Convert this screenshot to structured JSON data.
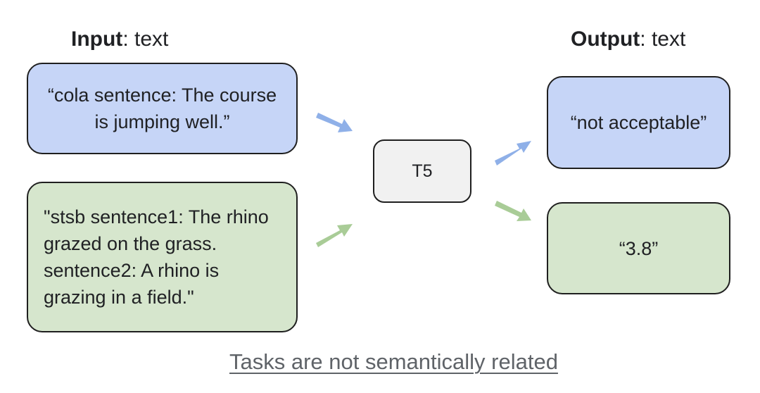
{
  "headings": {
    "input_label": "Input",
    "input_type": ": text",
    "output_label": "Output",
    "output_type": ": text"
  },
  "inputs": [
    {
      "text": "“cola sentence: The course is jumping well.”"
    },
    {
      "text": "\"stsb sentence1: The rhino grazed on the grass. sentence2: A rhino is grazing in a field.\""
    }
  ],
  "model": {
    "label": "T5"
  },
  "outputs": [
    {
      "text": "“not acceptable”"
    },
    {
      "text": "“3.8”"
    }
  ],
  "footer": {
    "note": "Tasks are not semantically related"
  },
  "colors": {
    "blue_box": "#c6d5f7",
    "green_box": "#d6e6cd",
    "grey_box": "#f1f1f1",
    "blue_arrow": "#8fb0e8",
    "green_arrow": "#a9cc97"
  }
}
